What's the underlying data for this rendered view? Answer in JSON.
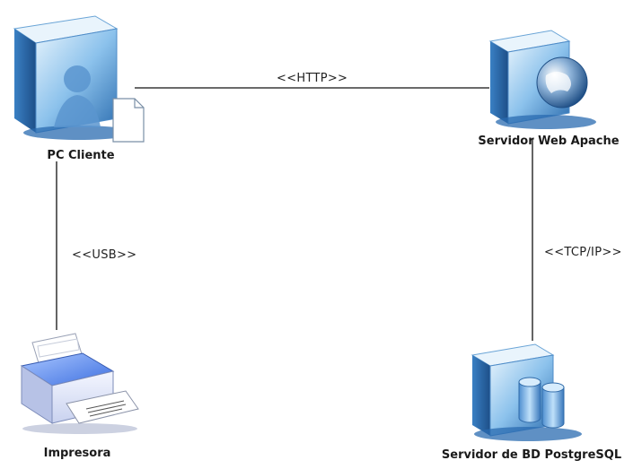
{
  "nodes": {
    "pc_client": {
      "label": "PC Cliente",
      "icon": "client-pc-icon"
    },
    "web_server": {
      "label": "Servidor Web Apache",
      "icon": "web-server-icon"
    },
    "printer": {
      "label": "Impresora",
      "icon": "printer-icon"
    },
    "db_server": {
      "label": "Servidor de BD PostgreSQL",
      "icon": "database-server-icon"
    }
  },
  "connections": {
    "http": {
      "label": "<<HTTP>>"
    },
    "usb": {
      "label": "<<USB>>"
    },
    "tcpip": {
      "label": "<<TCP/IP>>"
    }
  },
  "colors": {
    "server_light": "#cfe6f7",
    "server_mid": "#7fb8e6",
    "server_dark": "#2f6fb0",
    "line": "#111111"
  }
}
